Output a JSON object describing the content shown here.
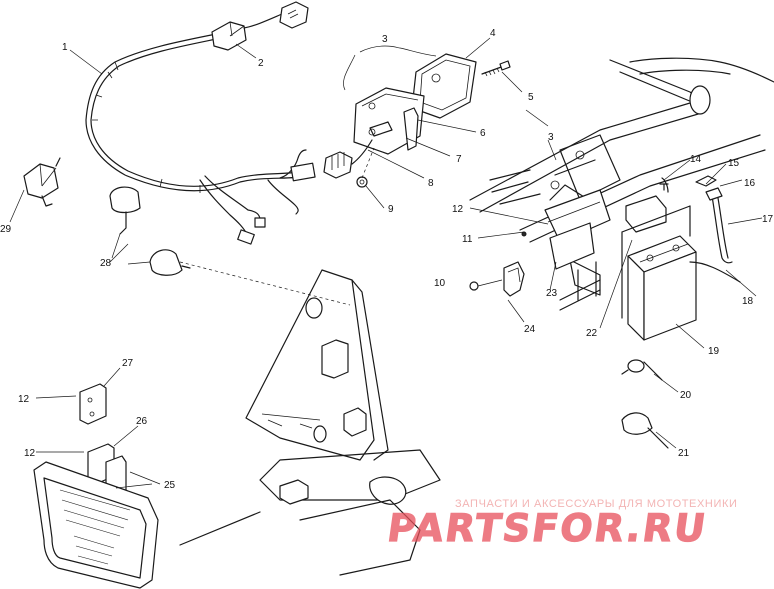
{
  "callouts": {
    "c1": "1",
    "c2": "2",
    "c3a": "3",
    "c3b": "3",
    "c4": "4",
    "c5": "5",
    "c6": "6",
    "c7": "7",
    "c8": "8",
    "c9": "9",
    "c10": "10",
    "c11": "11",
    "c12a": "12",
    "c12b": "12",
    "c12c": "12",
    "c14": "14",
    "c15": "15",
    "c16": "16",
    "c17": "17",
    "c18": "18",
    "c19": "19",
    "c20": "20",
    "c21": "21",
    "c22": "22",
    "c23": "23",
    "c24": "24",
    "c25": "25",
    "c26": "26",
    "c27": "27",
    "c28": "28",
    "c29": "29"
  },
  "watermark": {
    "subtitle": "ЗАПЧАСТИ И АКСЕССУАРЫ ДЛЯ МОТОТЕХНИКИ",
    "logo_text": "PARTSFOR.RU",
    "color": "#e8505b"
  }
}
